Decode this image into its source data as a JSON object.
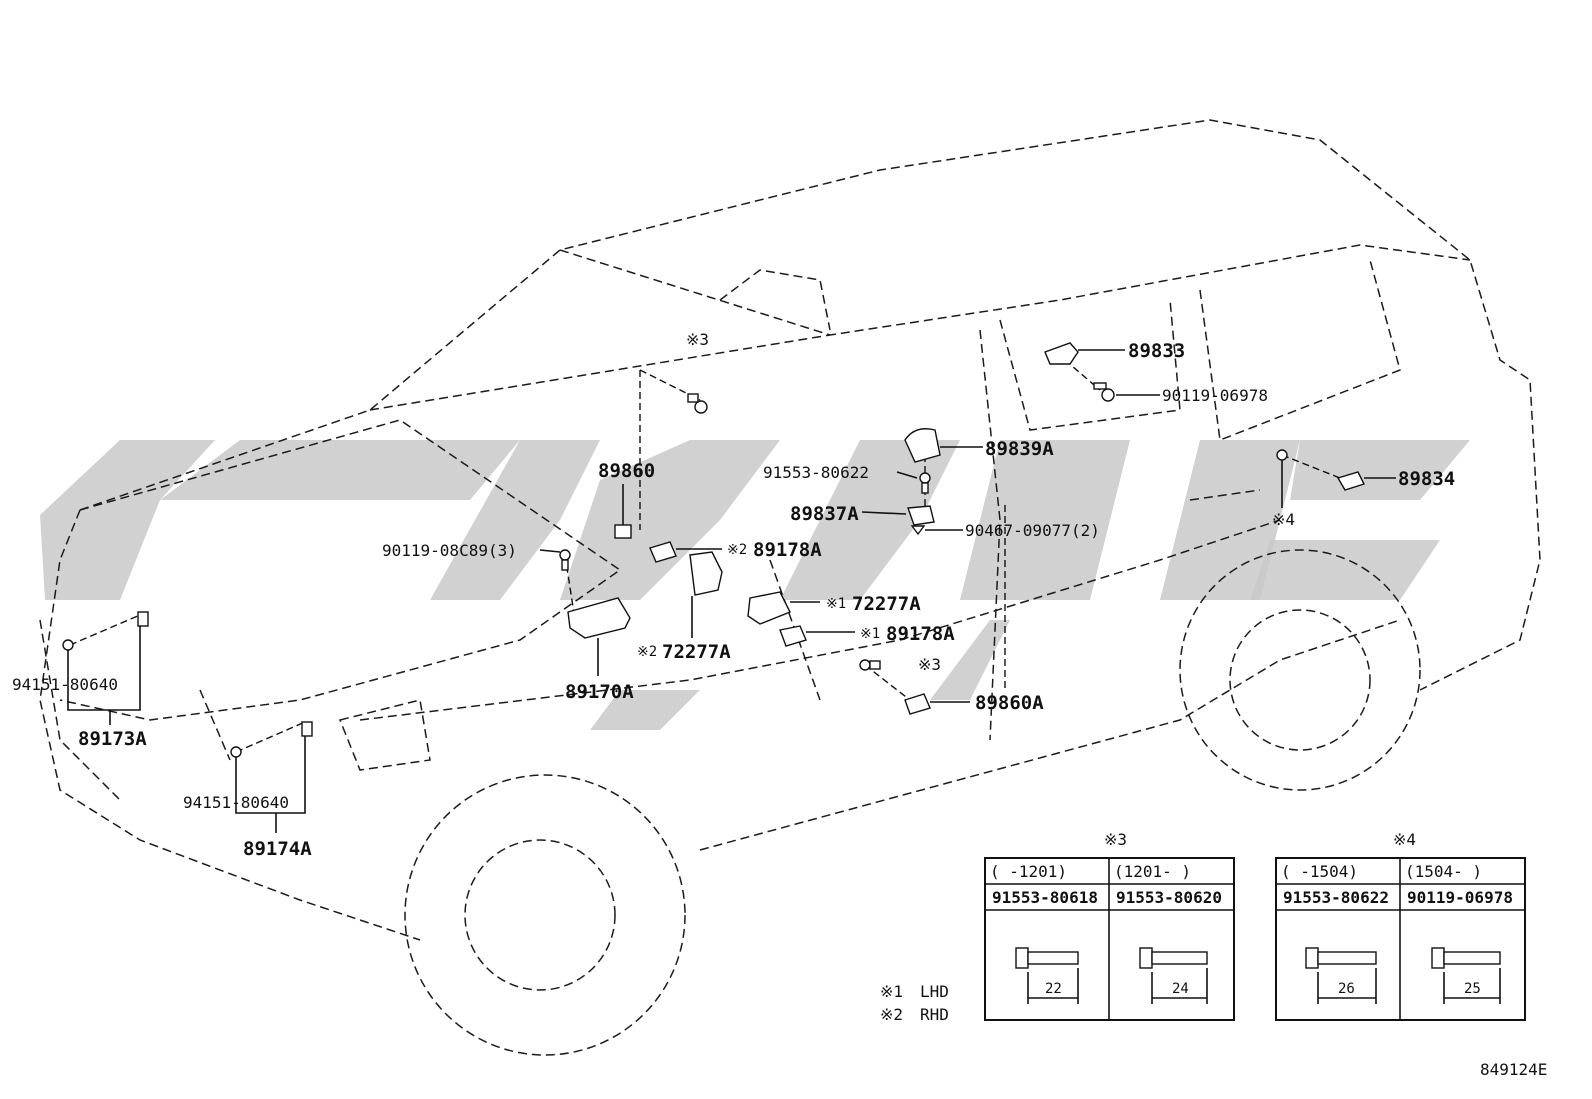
{
  "labels": {
    "p89833": "89833",
    "p90119_06978": "90119-06978",
    "p89839A": "89839A",
    "p91553_80622": "91553-80622",
    "p89834": "89834",
    "p89837A": "89837A",
    "p90467_09077": "90467-09077(2)",
    "note4_ref": "※4",
    "p89860": "89860",
    "note3_ref_top": "※3",
    "p90119_08C89": "90119-08C89(3)",
    "p89178A_r": "89178A",
    "note2_ref_a": "※2",
    "p72277A_l": "72277A",
    "note1_ref_a": "※1",
    "p89178A_l": "89178A",
    "note1_ref_b": "※1",
    "p72277A_r": "72277A",
    "note2_ref_b": "※2",
    "note3_ref_mid": "※3",
    "p89860A": "89860A",
    "p89170A": "89170A",
    "p94151_80640_a": "94151-80640",
    "p89173A": "89173A",
    "p94151_80640_b": "94151-80640",
    "p89174A": "89174A"
  },
  "legend": {
    "n1_mark": "※1",
    "n1_text": "LHD",
    "n2_mark": "※2",
    "n2_text": "RHD"
  },
  "table3": {
    "title": "※3",
    "col1_range": "(     -1201)",
    "col2_range": "(1201-     )",
    "col1_part": "91553-80618",
    "col2_part": "91553-80620",
    "col1_len": "22",
    "col2_len": "24"
  },
  "table4": {
    "title": "※4",
    "col1_range": "(     -1504)",
    "col2_range": "(1504-     )",
    "col1_part": "91553-80622",
    "col2_part": "90119-06978",
    "col1_len": "26",
    "col2_len": "25"
  },
  "footer": {
    "code": "849124E"
  }
}
